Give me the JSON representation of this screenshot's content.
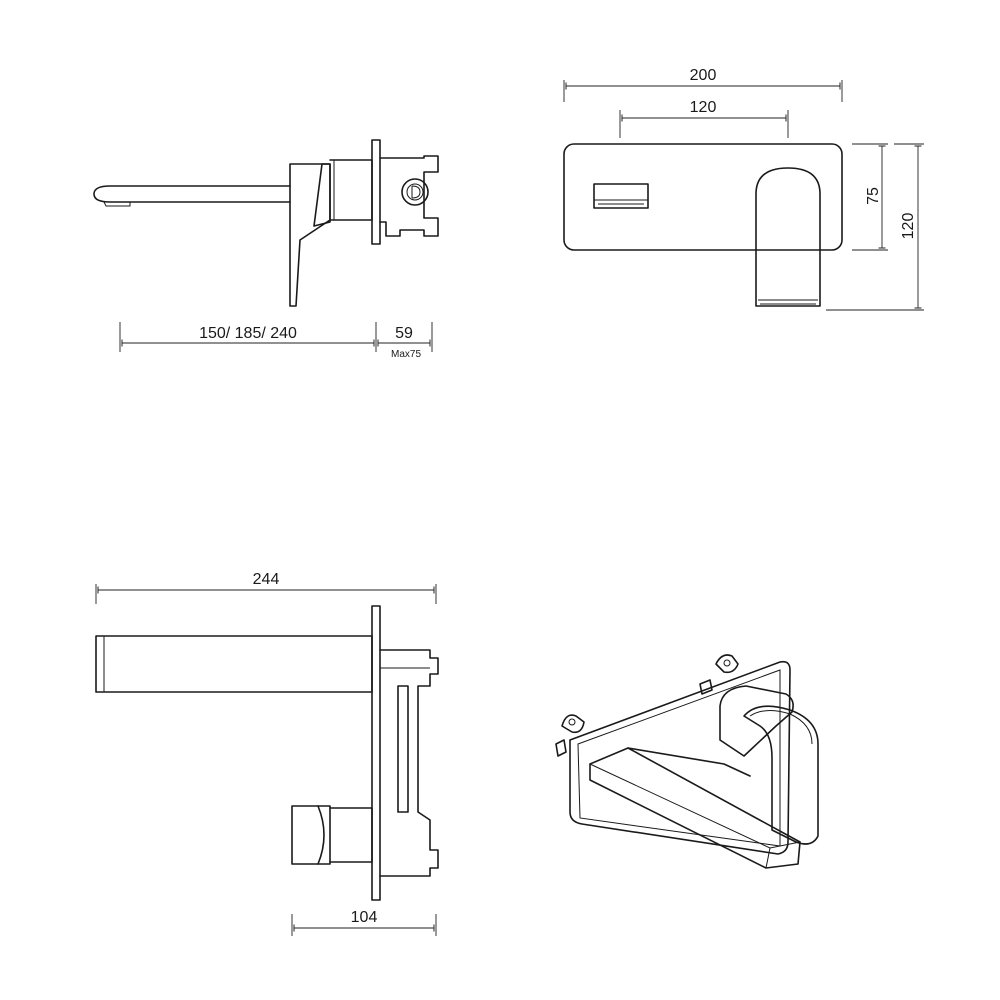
{
  "dimensions": {
    "side_reach": "150/ 185/ 240",
    "side_depth": "59",
    "side_depth_max": "Max75",
    "front_width": "200",
    "front_spacing": "120",
    "front_plate_height": "75",
    "front_total_height": "120",
    "valve_total_length": "244",
    "valve_mixer_depth": "104"
  },
  "colors": {
    "line": "#1a1a1a",
    "background": "#ffffff"
  }
}
